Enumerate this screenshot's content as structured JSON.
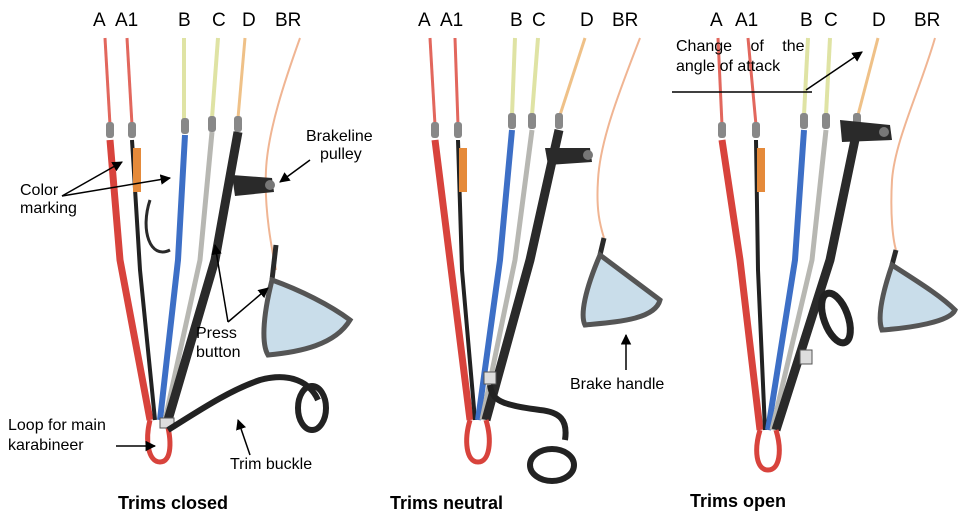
{
  "panels": [
    {
      "headers": [
        "A",
        "A1",
        "B",
        "C",
        "D",
        "BR"
      ],
      "caption": "Trims closed"
    },
    {
      "headers": [
        "A",
        "A1",
        "B",
        "C",
        "D",
        "BR"
      ],
      "caption": "Trims neutral"
    },
    {
      "headers": [
        "A",
        "A1",
        "B",
        "C",
        "D",
        "BR"
      ],
      "caption": "Trims open"
    }
  ],
  "annotations": {
    "color_marking": [
      "Color",
      "marking"
    ],
    "brakeline_pulley": [
      "Brakeline",
      "pulley"
    ],
    "press_button": [
      "Press",
      "button"
    ],
    "loop_main": [
      "Loop for main",
      "karabineer"
    ],
    "trim_buckle": "Trim buckle",
    "brake_handle": "Brake handle",
    "angle_change": [
      "Change of the",
      "angle of attack"
    ]
  },
  "colors": {
    "riser_a": "#d8433c",
    "riser_a1": "#e58a3a",
    "riser_b": "#3d6fc6",
    "riser_c": "#b7b7b2",
    "riser_d": "#2a2a2a",
    "line_a": "#e2675d",
    "line_b": "#dfe3a4",
    "line_d": "#efc188",
    "brake_line": "#f0b593",
    "handle_pad": "#c9ddea"
  }
}
